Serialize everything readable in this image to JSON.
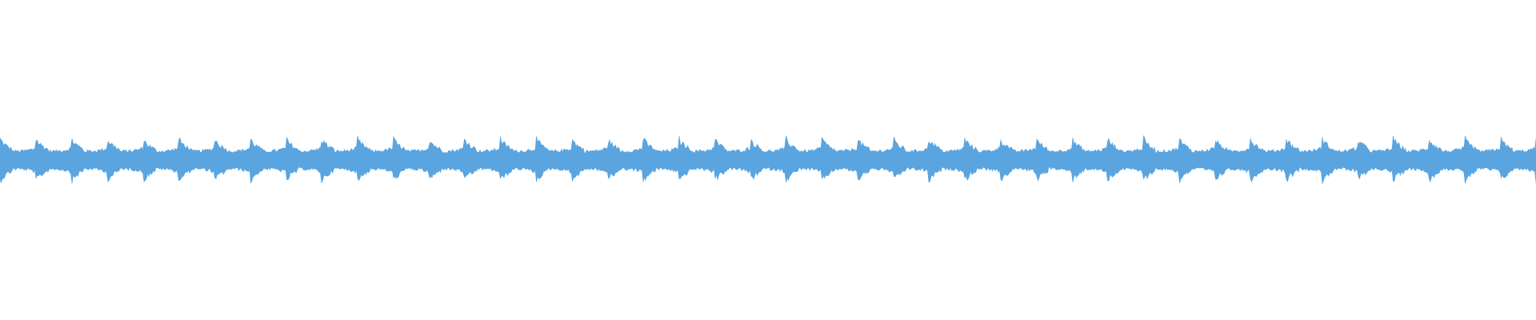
{
  "waveform": {
    "color": "#5aa5e0",
    "background": "#ffffff",
    "note_onsets": 43,
    "attack_level": 1.0,
    "sustain_level": 0.5,
    "tail_swell": 0.25
  }
}
